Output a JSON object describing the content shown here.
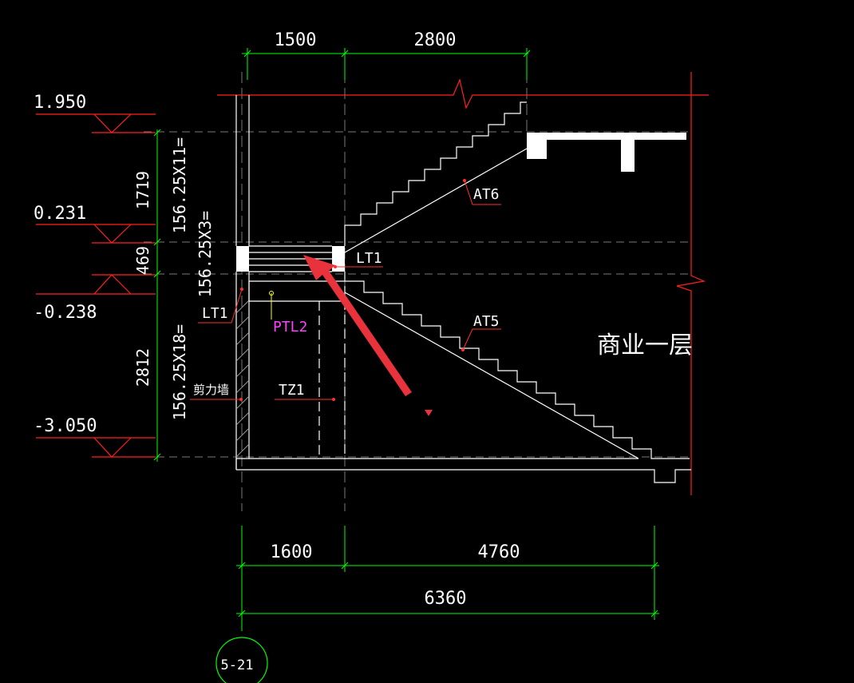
{
  "colors": {
    "background": "#000000",
    "white": "#ffffff",
    "dim_green": "#00ff00",
    "level_red": "#ff2020",
    "leader_red": "#ff3030",
    "gray_grid": "#7a7a7a",
    "hatch_gray": "#9a9a9a",
    "magenta": "#ff40ff",
    "arrow_red": "#e8323c",
    "yellow": "#ffff00"
  },
  "top_dims": {
    "left": "1500",
    "right": "2800"
  },
  "bottom_dims": {
    "left": "1600",
    "right": "4760",
    "total": "6360"
  },
  "levels": [
    "1.950",
    "0.231",
    "-0.238",
    "-3.050"
  ],
  "vertical_dims": {
    "upper": "1719",
    "middle": "469",
    "lower": "2812"
  },
  "step_formulas": {
    "upper": "156.25X11=",
    "middle": "156.25X3=",
    "lower": "156.25X18="
  },
  "labels": {
    "at6": "AT6",
    "at5": "AT5",
    "lt1_right": "LT1",
    "lt1_left": "LT1",
    "ptl2": "PTL2",
    "tz1": "TZ1",
    "shear_wall": "剪力墙",
    "floor_name": "商业一层",
    "axis_bubble": "5-21"
  }
}
